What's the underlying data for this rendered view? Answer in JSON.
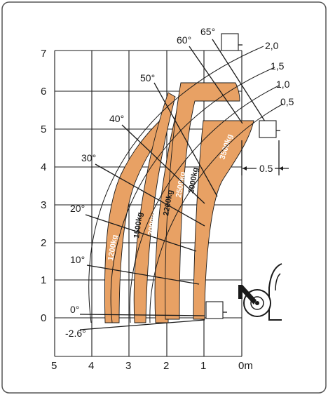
{
  "axes": {
    "y_ticks": [
      "0",
      "1",
      "2",
      "3",
      "4",
      "5",
      "6",
      "7"
    ],
    "x_ticks": [
      "5",
      "4",
      "3",
      "2",
      "1",
      "0m"
    ]
  },
  "angles": [
    "65°",
    "60°",
    "50°",
    "40°",
    "30°",
    "20°",
    "10°",
    "0°",
    "-2.6°"
  ],
  "extension_labels": [
    "2,0",
    "1,5",
    "1,0",
    "0,5"
  ],
  "loads": [
    "1200kg",
    "1500kg",
    "2000kg",
    "2200kg",
    "2500kg",
    "3000kg",
    "3500kg"
  ],
  "offset_label": "0.5"
}
